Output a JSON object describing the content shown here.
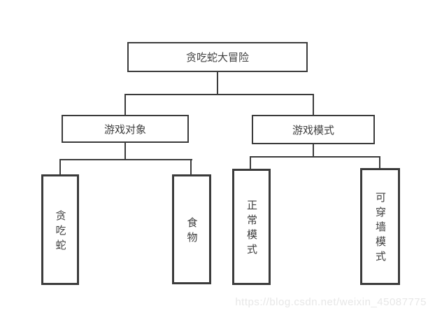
{
  "colors": {
    "line": "#3b3b3b",
    "text": "#3f3f3f",
    "background": "#ffffff",
    "watermark": "#e7e7e7"
  },
  "diagram": {
    "root": {
      "label": "贪吃蛇大冒险"
    },
    "level2": [
      {
        "label": "游戏对象"
      },
      {
        "label": "游戏模式"
      }
    ],
    "leaves": [
      {
        "label": "贪吃蛇",
        "parent": "游戏对象"
      },
      {
        "label": "食物",
        "parent": "游戏对象"
      },
      {
        "label": "正常模式",
        "parent": "游戏模式"
      },
      {
        "label": "可穿墙模式",
        "parent": "游戏模式"
      }
    ]
  },
  "watermark": {
    "text": "https://blog.csdn.net/weixin_45087775"
  }
}
